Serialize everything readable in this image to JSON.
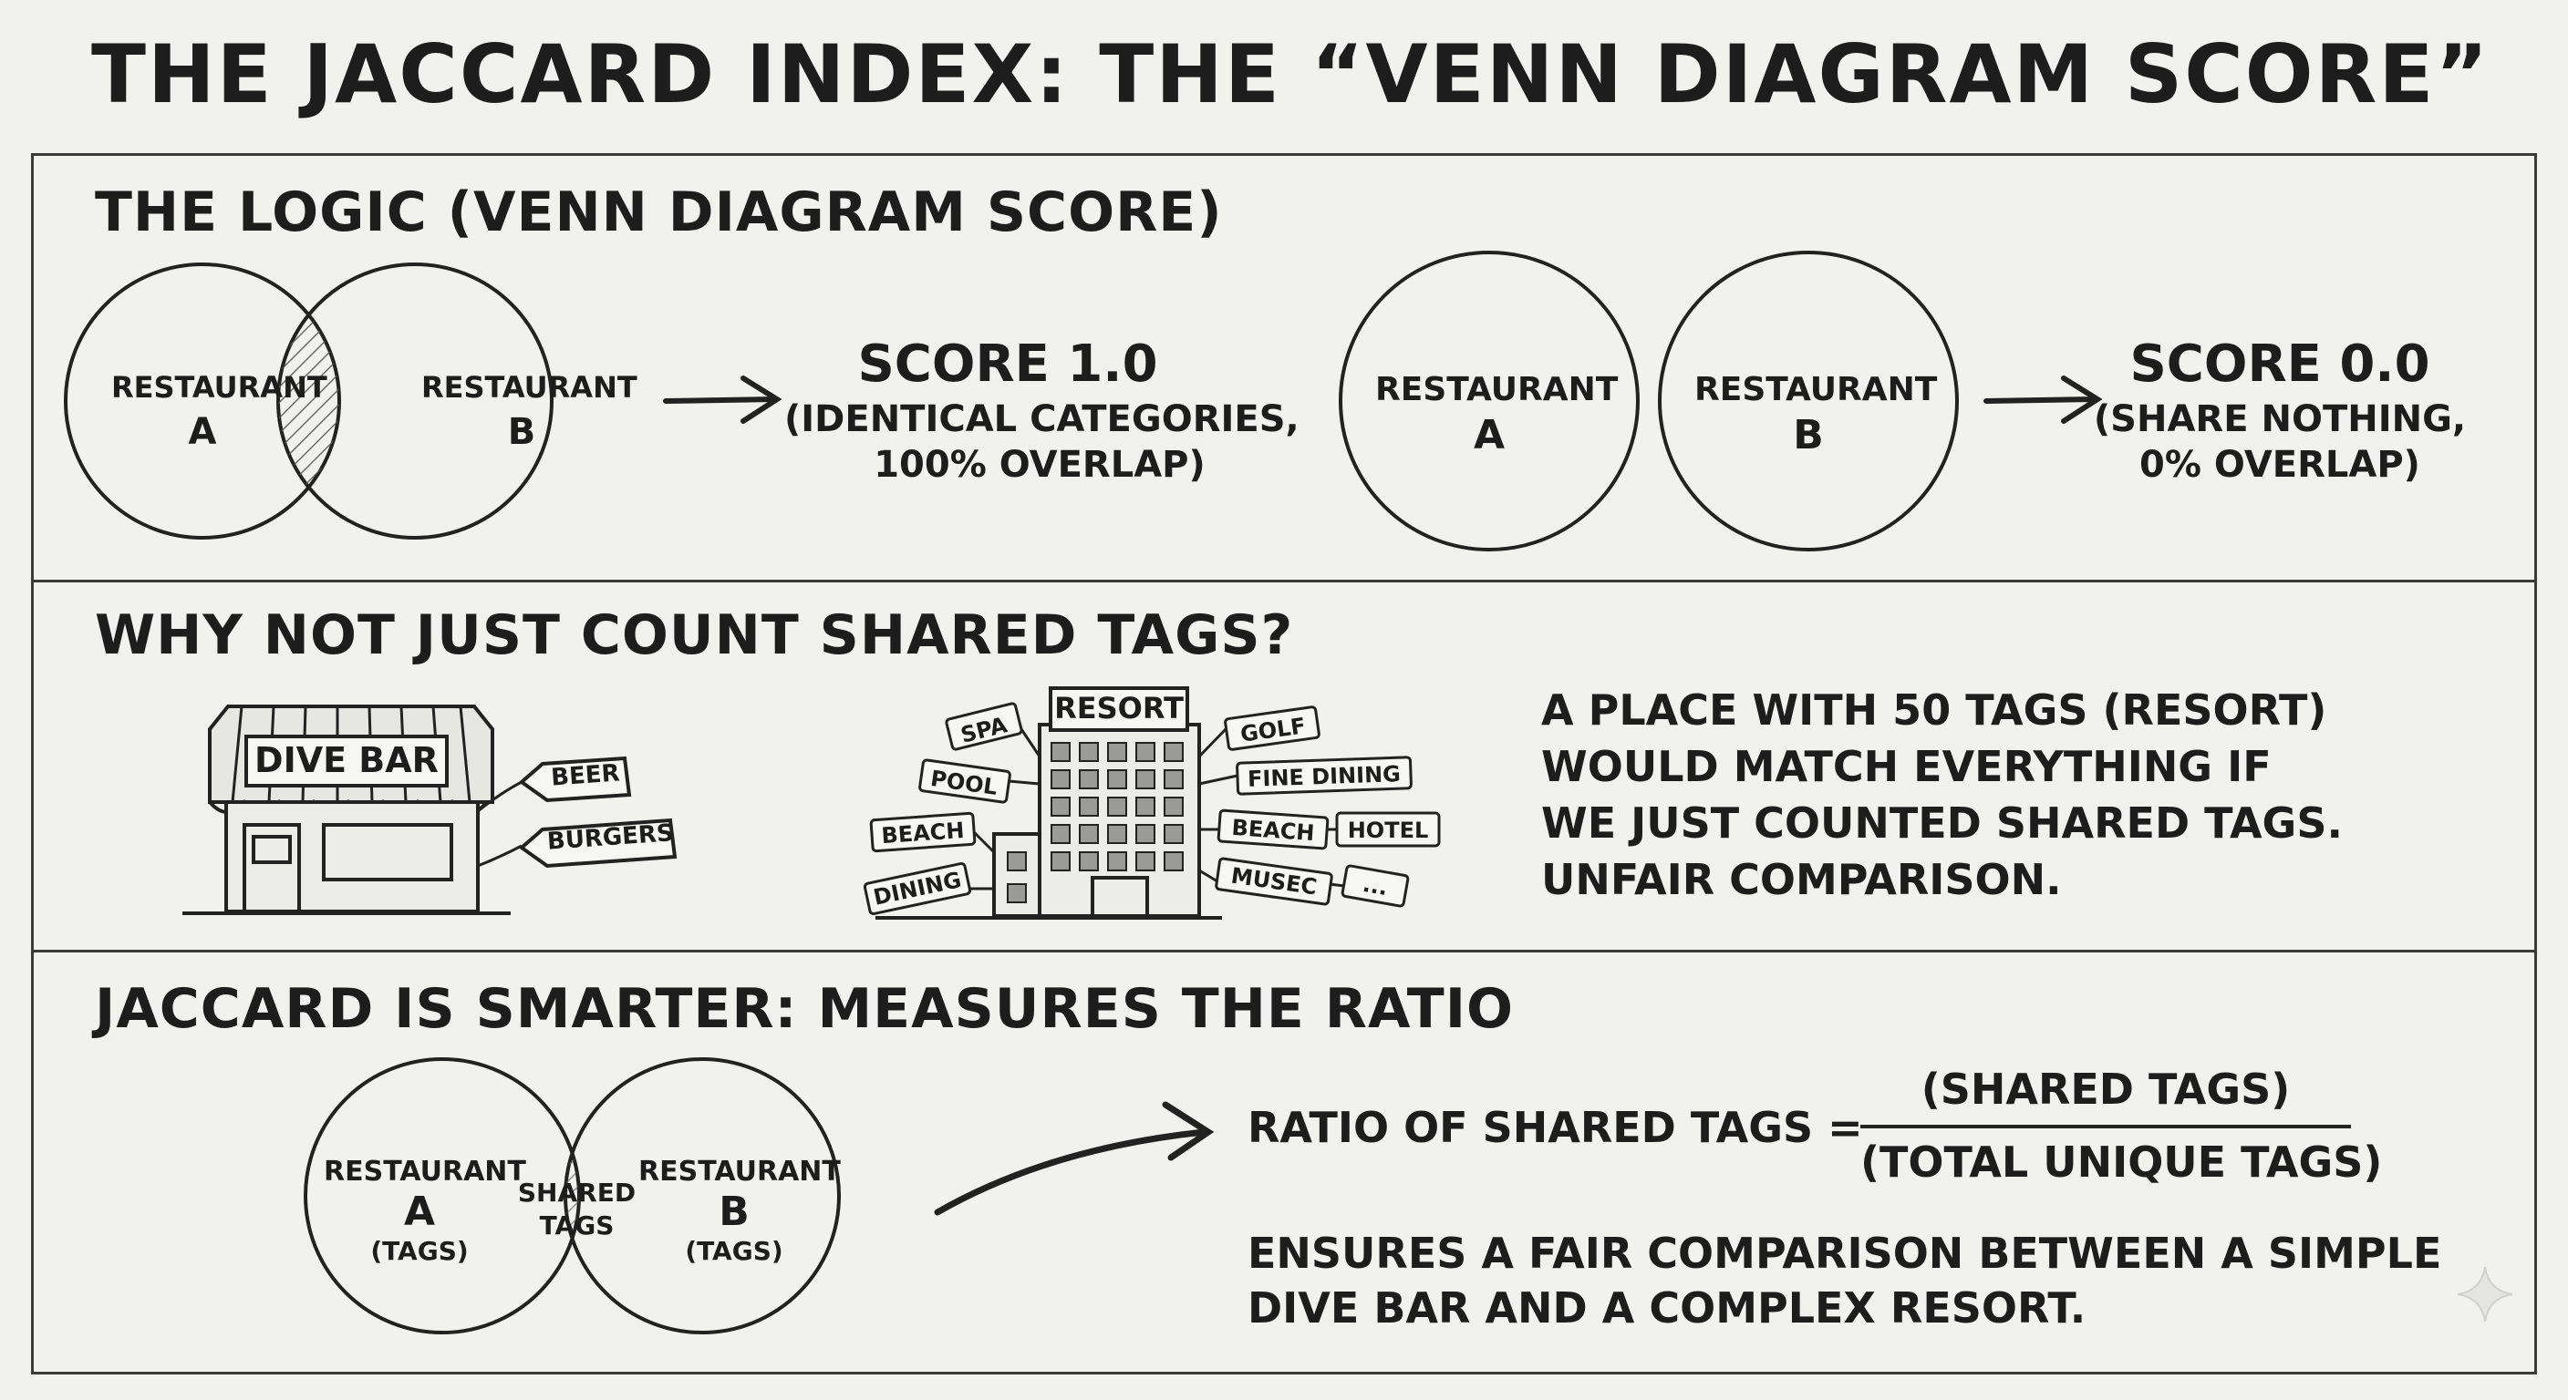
{
  "title": "THE JACCARD INDEX: THE “VENN DIAGRAM SCORE”",
  "logic": {
    "heading": "THE LOGIC (VENN DIAGRAM SCORE)",
    "identical": {
      "circle_a": {
        "label": "RESTAURANT",
        "letter": "A"
      },
      "circle_b": {
        "label": "RESTAURANT",
        "letter": "B"
      },
      "score": "SCORE 1.0",
      "caption_line1": "(IDENTICAL CATEGORIES,",
      "caption_line2": "100% OVERLAP)"
    },
    "disjoint": {
      "circle_a": {
        "label": "RESTAURANT",
        "letter": "A"
      },
      "circle_b": {
        "label": "RESTAURANT",
        "letter": "B"
      },
      "score": "SCORE 0.0",
      "caption_line1": "(SHARE NOTHING,",
      "caption_line2": "0% OVERLAP)"
    }
  },
  "why": {
    "heading": "WHY NOT JUST COUNT SHARED TAGS?",
    "dive_bar": {
      "sign": "DIVE BAR",
      "tags": [
        "BEER",
        "BURGERS"
      ]
    },
    "resort": {
      "sign": "RESORT",
      "left_tags": [
        "SPA",
        "POOL",
        "BEACH",
        "DINING"
      ],
      "right_tags": [
        "GOLF",
        "FINE DINING",
        "BEACH",
        "HOTEL",
        "MUSEC",
        "..."
      ]
    },
    "explanation": [
      "A PLACE WITH 50 TAGS (RESORT)",
      "WOULD MATCH EVERYTHING IF",
      "WE JUST COUNTED SHARED TAGS.",
      "UNFAIR COMPARISON."
    ]
  },
  "ratio": {
    "heading": "JACCARD IS SMARTER: MEASURES THE RATIO",
    "circle_a": {
      "label": "RESTAURANT",
      "letter": "A",
      "sub": "(TAGS)"
    },
    "circle_b": {
      "label": "RESTAURANT",
      "letter": "B",
      "sub": "(TAGS)"
    },
    "overlap_line1": "SHARED",
    "overlap_line2": "TAGS",
    "formula_lhs": "RATIO OF SHARED TAGS =",
    "numerator": "(SHARED TAGS)",
    "denominator": "(TOTAL UNIQUE TAGS)",
    "note_line1": "ENSURES A FAIR COMPARISON BETWEEN A SIMPLE",
    "note_line2": "DIVE BAR AND A COMPLEX RESORT."
  }
}
